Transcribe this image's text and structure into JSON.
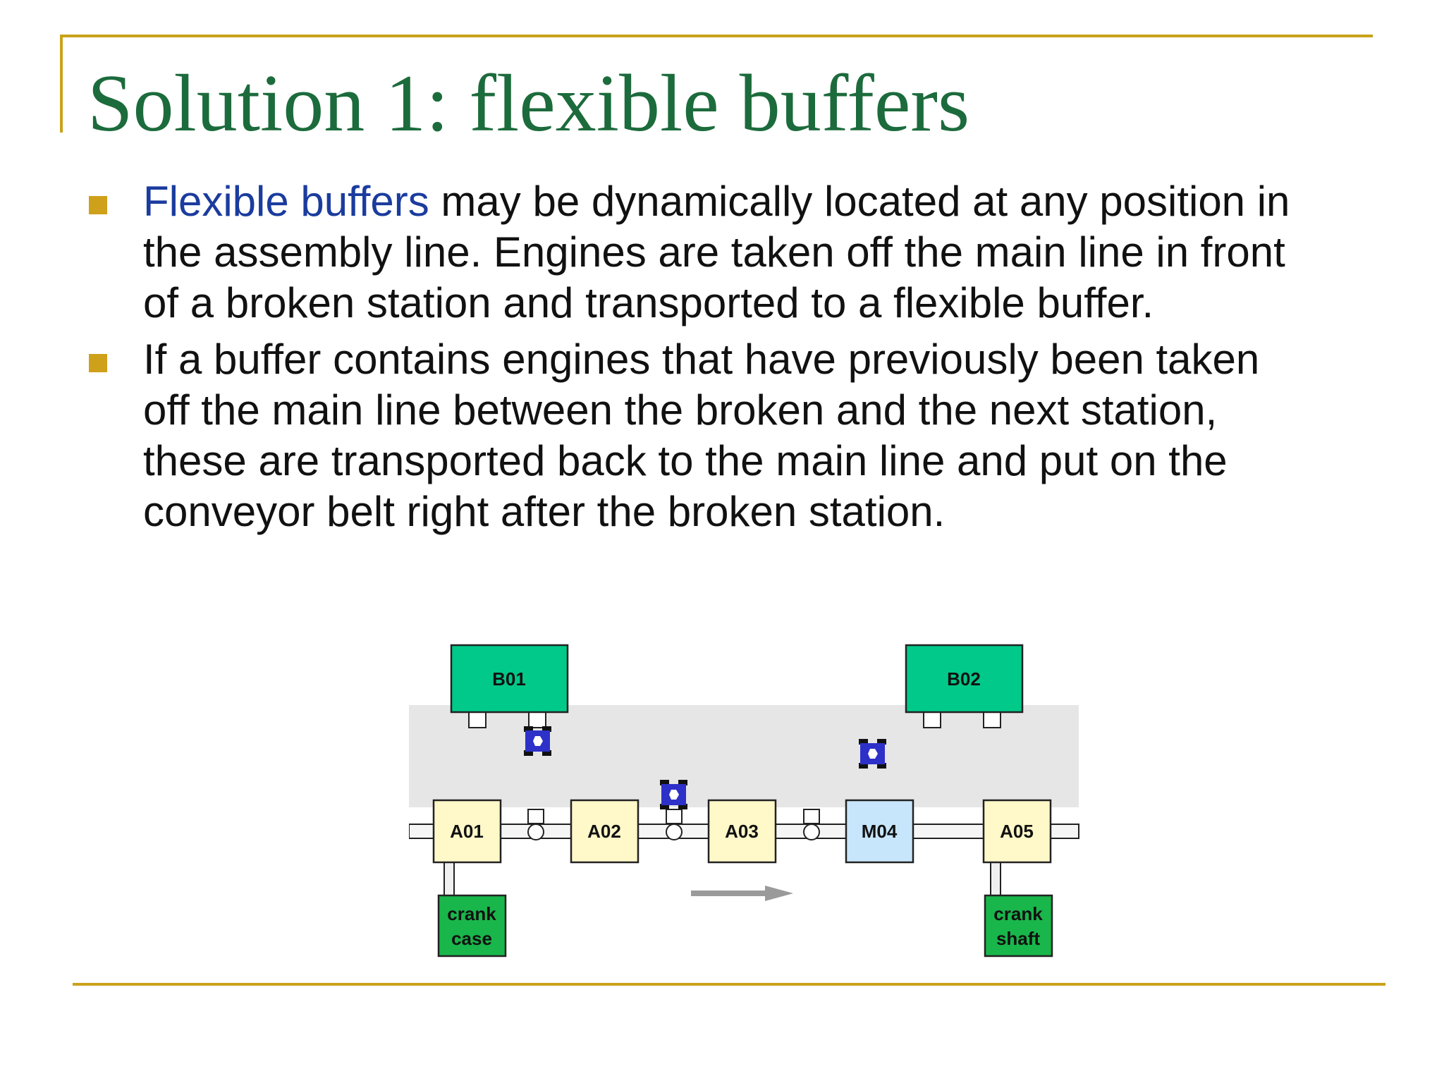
{
  "slide": {
    "title": "Solution 1: flexible buffers",
    "bullets": [
      {
        "highlight": "Flexible buffers",
        "text": " may be dynamically located at any position in the assembly line. Engines are taken off the main line in front of a broken station and transported to a flexible buffer."
      },
      {
        "text": "If a buffer contains engines that have previously been taken off the main line between the broken and the next station, these are transported back to the main line and put on the conveyor belt right after the broken station."
      }
    ]
  },
  "diagram": {
    "buffers": [
      "B01",
      "B02"
    ],
    "stations": [
      "A01",
      "A02",
      "A03",
      "M04",
      "A05"
    ],
    "supplies": {
      "left": [
        "crank",
        "case"
      ],
      "right": [
        "crank",
        "shaft"
      ]
    }
  },
  "colors": {
    "title": "#1c6b3c",
    "accent_rule": "#c9a218",
    "bullet_marker": "#cfa01a",
    "highlight": "#1b3c9e",
    "buffer_fill": "#00c98a",
    "supply_fill": "#19b64b",
    "station_fill": "#fff8c8",
    "broken_station_fill": "#c8e6fb",
    "vehicle": "#2d31c8",
    "buffer_area": "#e6e6e6"
  }
}
